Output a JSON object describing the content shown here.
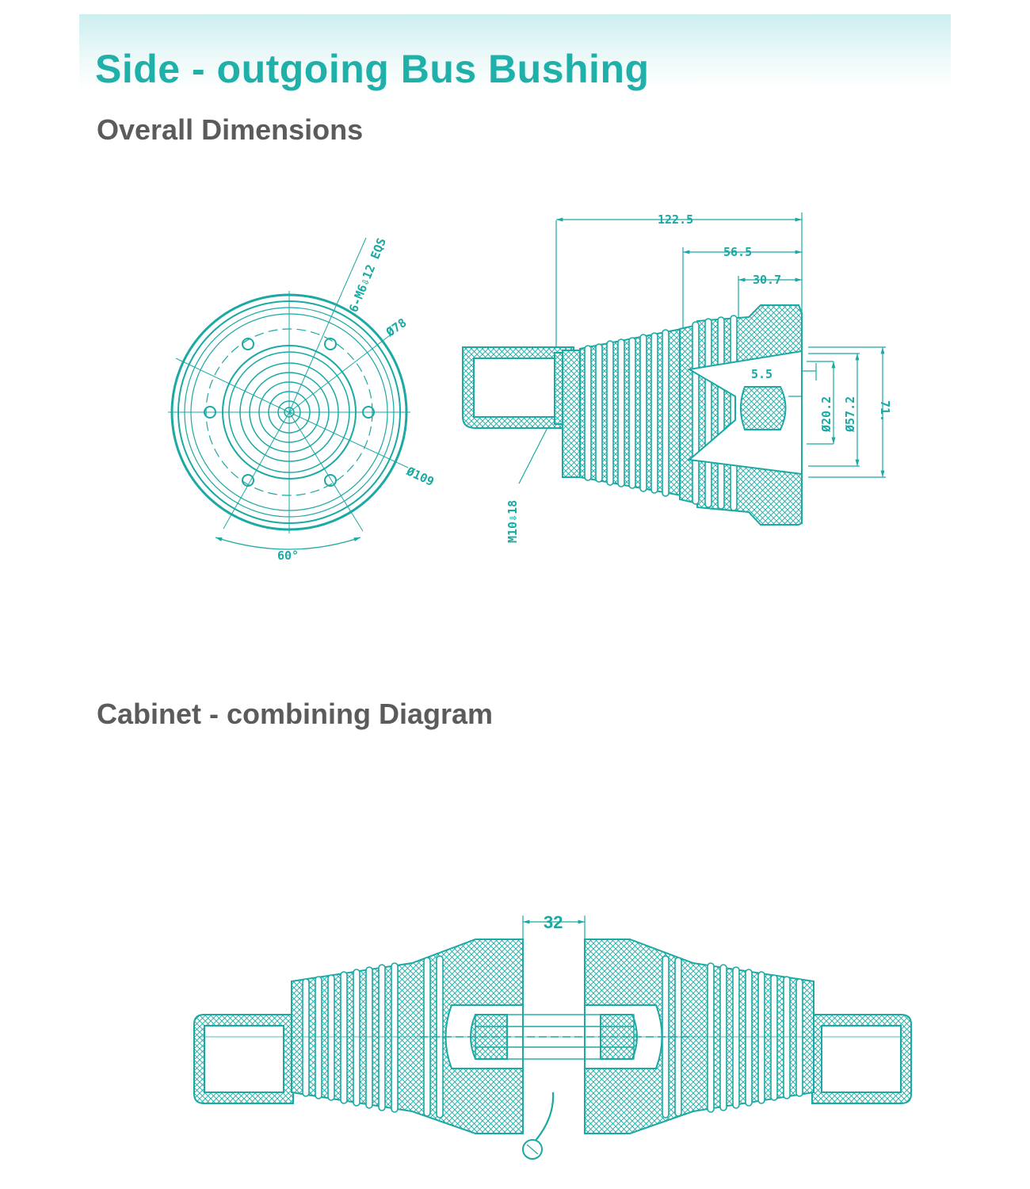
{
  "header": {
    "title": "Side - outgoing Bus Bushing"
  },
  "sections": {
    "overall": {
      "heading": "Overall Dimensions",
      "front_view_labels": {
        "bolt_spec": "6-M6⇩12 EQS",
        "dia_78": "Ø78",
        "dia_109": "Ø109",
        "angle": "60°"
      },
      "side_view_labels": {
        "length_total": "122.5",
        "length_mid": "56.5",
        "length_head": "30.7",
        "depth": "5.5",
        "dia_20": "Ø20.2",
        "dia_57": "Ø57.2",
        "dia_71": "71.",
        "thread": "M10⇩18"
      }
    },
    "cabinet": {
      "heading": "Cabinet - combining Diagram",
      "labels": {
        "gap": "32"
      }
    }
  },
  "colors": {
    "title": "#1fb0aa",
    "heading": "#5b5b5b",
    "line": "#1aa9a3"
  }
}
